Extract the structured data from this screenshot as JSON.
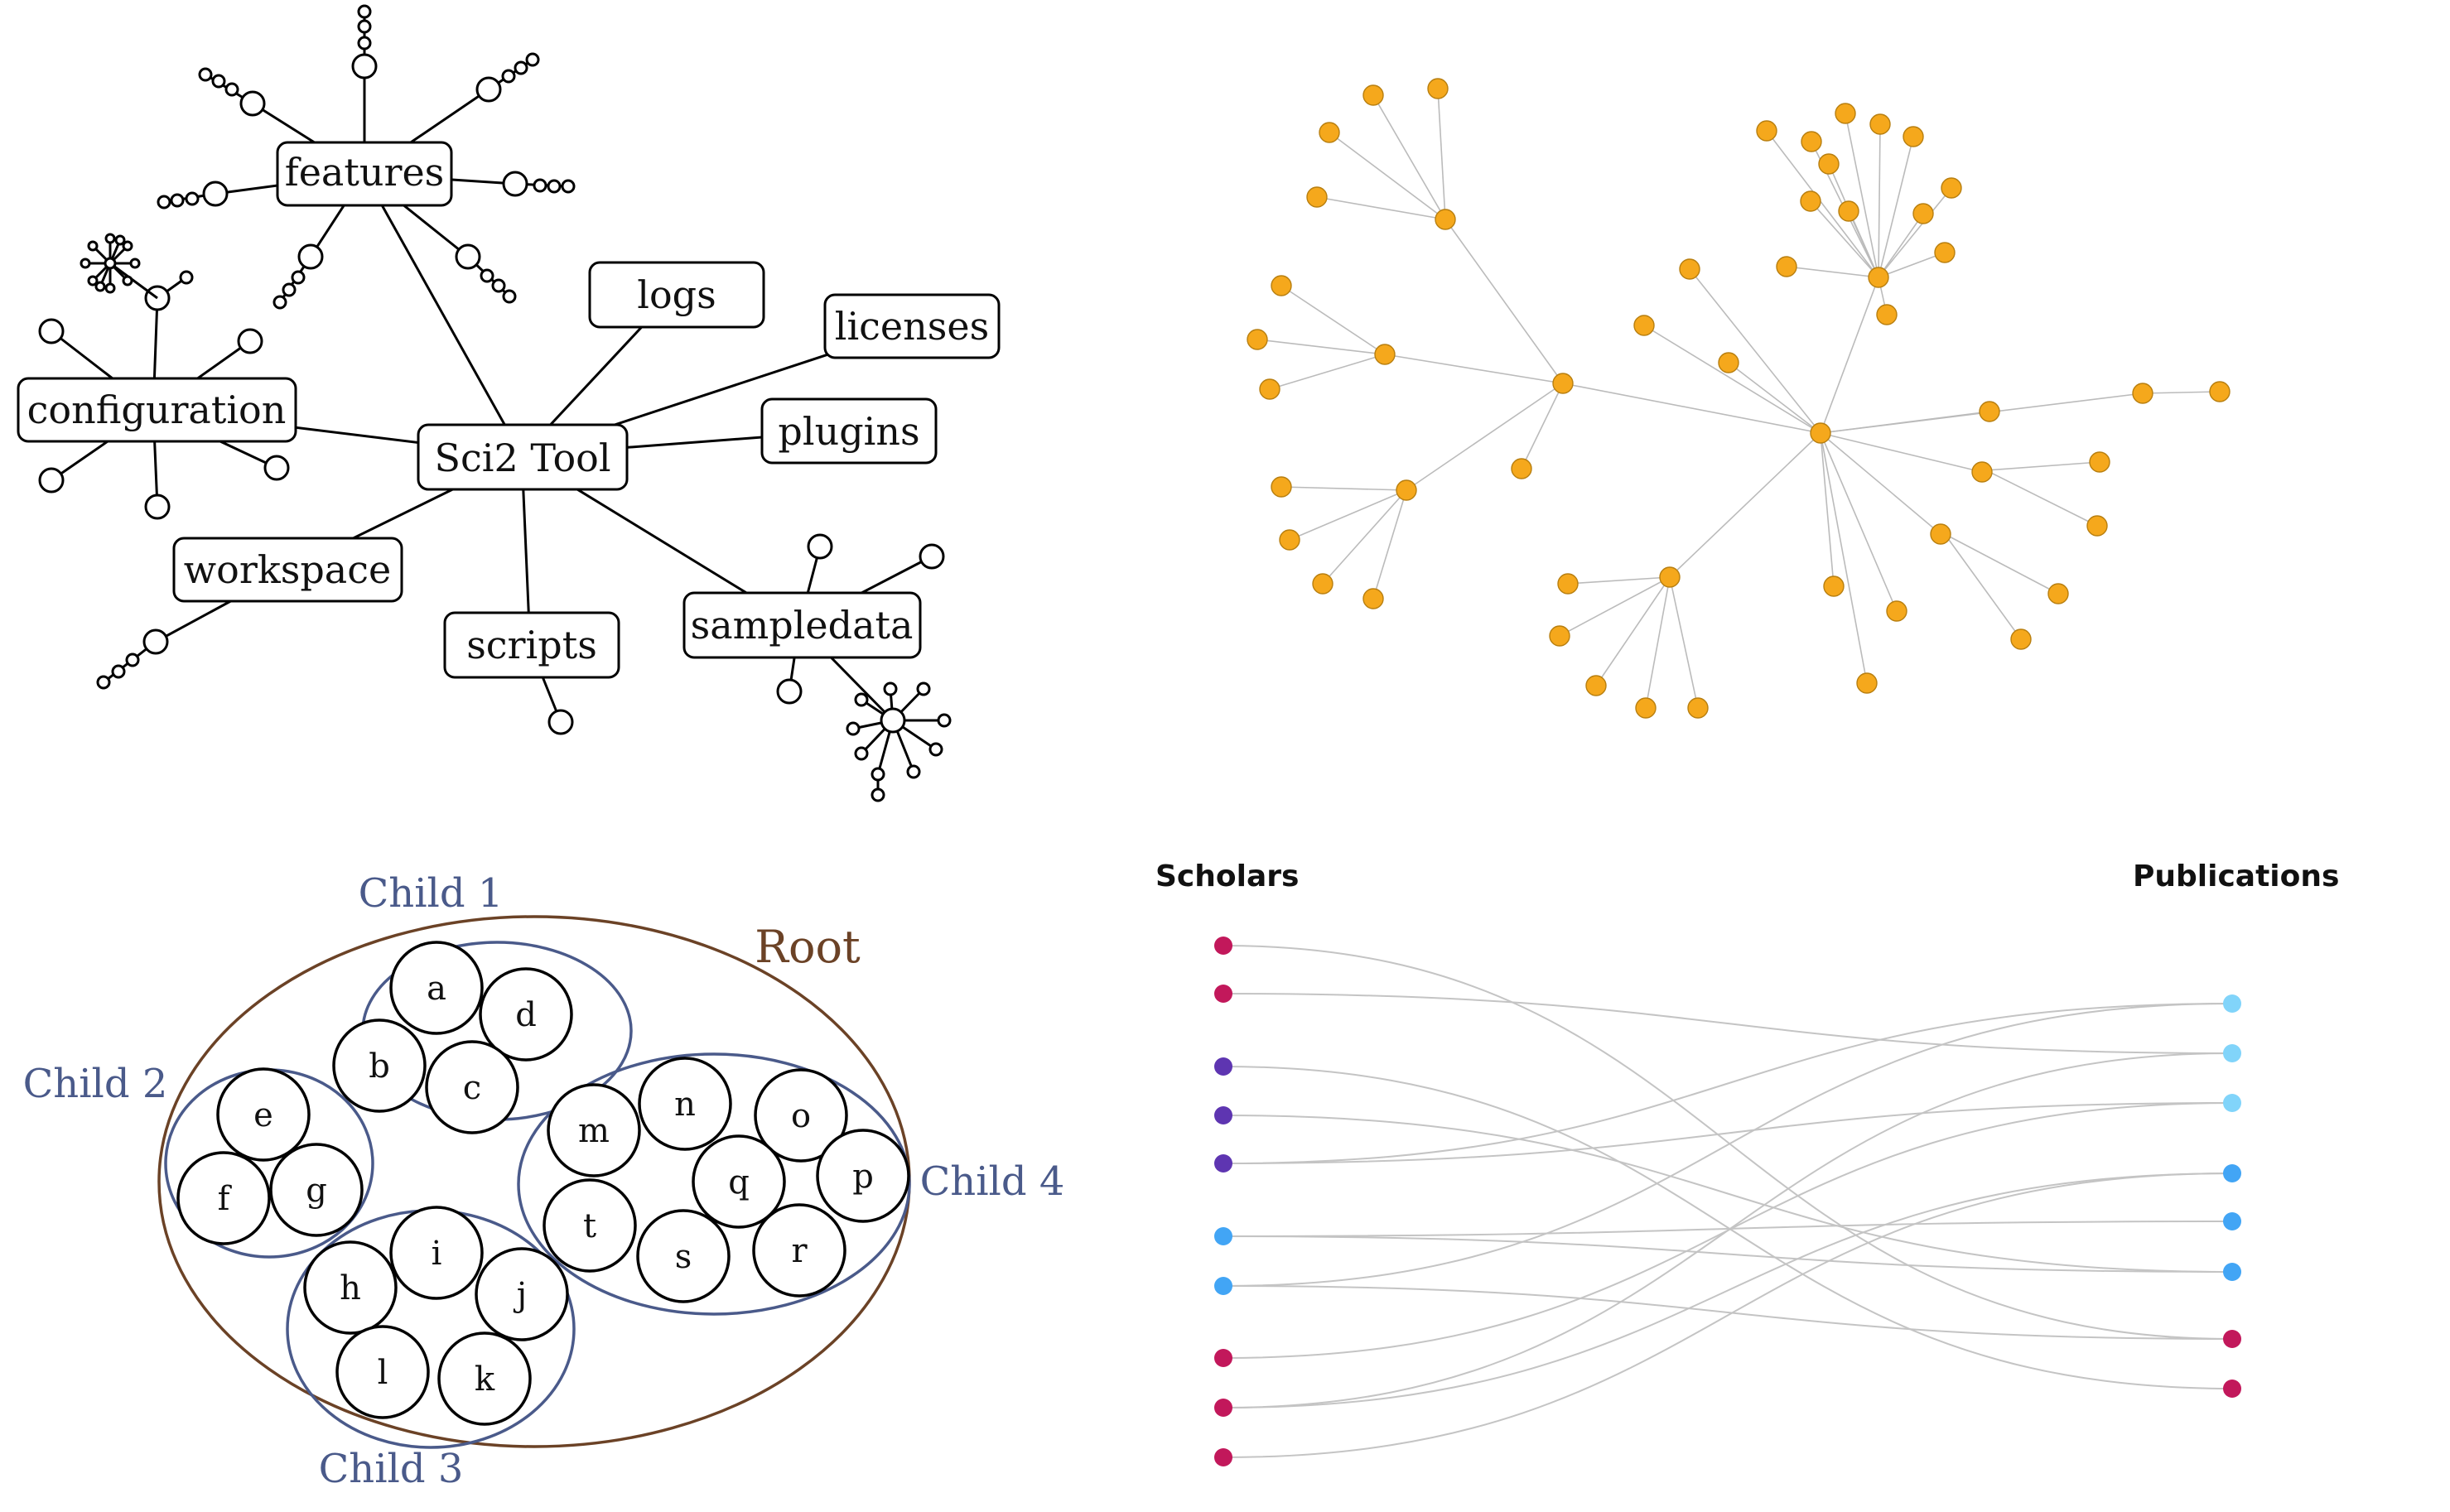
{
  "tree": {
    "root_label": "Sci2 Tool",
    "children": [
      "features",
      "logs",
      "licenses",
      "configuration",
      "plugins",
      "workspace",
      "scripts",
      "sampledata"
    ]
  },
  "radial_graph": {
    "node_color": "#F5A81C",
    "edge_color": "#BBBBBB"
  },
  "bipartite": {
    "left_title": "Scholars",
    "right_title": "Publications",
    "left_colors": [
      "#C2185B",
      "#C2185B",
      "#5E35B1",
      "#5E35B1",
      "#5E35B1",
      "#42A5F5",
      "#42A5F5",
      "#C2185B",
      "#C2185B",
      "#C2185B"
    ],
    "right_colors": [
      "#81D4FA",
      "#81D4FA",
      "#81D4FA",
      "#42A5F5",
      "#42A5F5",
      "#42A5F5",
      "#C2185B",
      "#C2185B"
    ]
  },
  "packing": {
    "root_label": "Root",
    "child_labels": [
      "Child 1",
      "Child 2",
      "Child 3",
      "Child 4"
    ],
    "child1_leaves": [
      "a",
      "d",
      "b",
      "c"
    ],
    "child2_leaves": [
      "e",
      "f",
      "g"
    ],
    "child3_leaves": [
      "i",
      "h",
      "j",
      "l",
      "k"
    ],
    "child4_leaves": [
      "n",
      "o",
      "m",
      "q",
      "p",
      "t",
      "s",
      "r"
    ]
  }
}
